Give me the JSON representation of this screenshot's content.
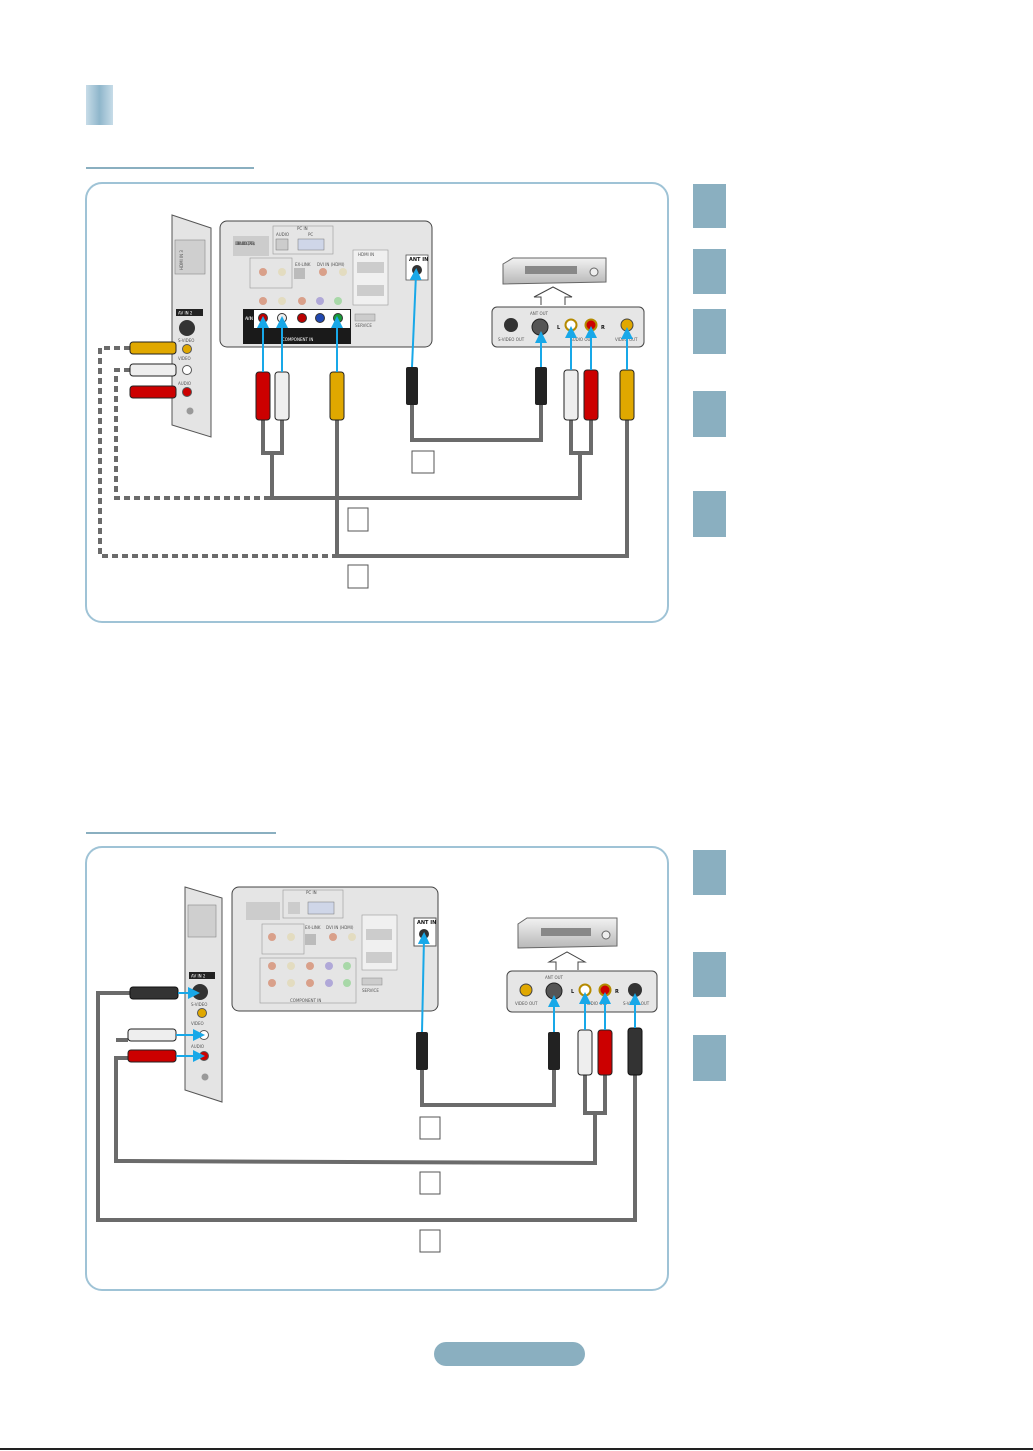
{
  "colors": {
    "accent": "#8aafc0",
    "frame": "#9fc3d6",
    "cable": "#6b6b6b",
    "arrow": "#18a8e8"
  },
  "tv_labels": {
    "av_in_2": "AV IN 2",
    "s_video": "S-VIDEO",
    "video": "VIDEO",
    "audio": "AUDIO",
    "hdmi_in_3": "HDMI IN 3",
    "pc_in": "PC IN",
    "audio_small": "AUDIO",
    "pc": "PC",
    "hdmi_in": "HDMI IN",
    "ex_link": "EX-LINK",
    "dvi_in": "DVI IN (HDMI)",
    "audio_out": "AUDIO OUT",
    "digital_audio_out": "DIGITAL AUDIO OUT (OPTICAL)",
    "component_in": "COMPONENT IN",
    "service": "SERVICE",
    "ant_in": "ANT IN",
    "av_in": "AV IN"
  },
  "device_labels": {
    "s_video_out": "S-VIDEO OUT",
    "ant_out": "ANT OUT",
    "audio_out": "AUDIO OUT",
    "video_out": "VIDEO OUT",
    "l": "L",
    "r": "R"
  }
}
